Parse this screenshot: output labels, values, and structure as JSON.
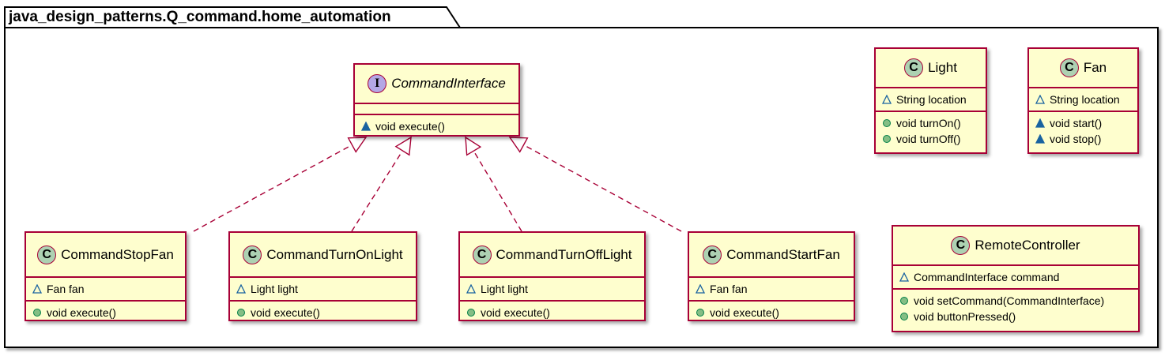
{
  "package": {
    "name": "java_design_patterns.Q_command.home_automation"
  },
  "classes": {
    "command_interface": {
      "stereotype": "I",
      "name": "CommandInterface",
      "fields": [],
      "methods": [
        {
          "vis": "package",
          "text": "void execute()"
        }
      ]
    },
    "light": {
      "stereotype": "C",
      "name": "Light",
      "fields": [
        {
          "vis": "package",
          "text": "String location"
        }
      ],
      "methods": [
        {
          "vis": "public",
          "text": "void turnOn()"
        },
        {
          "vis": "public",
          "text": "void turnOff()"
        }
      ]
    },
    "fan": {
      "stereotype": "C",
      "name": "Fan",
      "fields": [
        {
          "vis": "package",
          "text": "String location"
        }
      ],
      "methods": [
        {
          "vis": "package",
          "text": "void start()"
        },
        {
          "vis": "package",
          "text": "void stop()"
        }
      ]
    },
    "command_stop_fan": {
      "stereotype": "C",
      "name": "CommandStopFan",
      "fields": [
        {
          "vis": "package",
          "text": "Fan fan"
        }
      ],
      "methods": [
        {
          "vis": "public",
          "text": "void execute()"
        }
      ]
    },
    "command_turn_on_light": {
      "stereotype": "C",
      "name": "CommandTurnOnLight",
      "fields": [
        {
          "vis": "package",
          "text": "Light light"
        }
      ],
      "methods": [
        {
          "vis": "public",
          "text": "void execute()"
        }
      ]
    },
    "command_turn_off_light": {
      "stereotype": "C",
      "name": "CommandTurnOffLight",
      "fields": [
        {
          "vis": "package",
          "text": "Light light"
        }
      ],
      "methods": [
        {
          "vis": "public",
          "text": "void execute()"
        }
      ]
    },
    "command_start_fan": {
      "stereotype": "C",
      "name": "CommandStartFan",
      "fields": [
        {
          "vis": "package",
          "text": "Fan fan"
        }
      ],
      "methods": [
        {
          "vis": "public",
          "text": "void execute()"
        }
      ]
    },
    "remote_controller": {
      "stereotype": "C",
      "name": "RemoteController",
      "fields": [
        {
          "vis": "package",
          "text": "CommandInterface command"
        }
      ],
      "methods": [
        {
          "vis": "public",
          "text": "void setCommand(CommandInterface)"
        },
        {
          "vis": "public",
          "text": "void buttonPressed()"
        }
      ]
    }
  },
  "relations": [
    {
      "type": "realization",
      "from": "command_stop_fan",
      "to": "command_interface"
    },
    {
      "type": "realization",
      "from": "command_turn_on_light",
      "to": "command_interface"
    },
    {
      "type": "realization",
      "from": "command_turn_off_light",
      "to": "command_interface"
    },
    {
      "type": "realization",
      "from": "command_start_fan",
      "to": "command_interface"
    }
  ],
  "colors": {
    "class_fill": "#FEFECE",
    "class_border": "#A80036",
    "class_badge": "#ADD1B2",
    "interface_badge": "#B4A7E5",
    "public_dot": "#84BE84",
    "package_vis": "#1963A0"
  }
}
